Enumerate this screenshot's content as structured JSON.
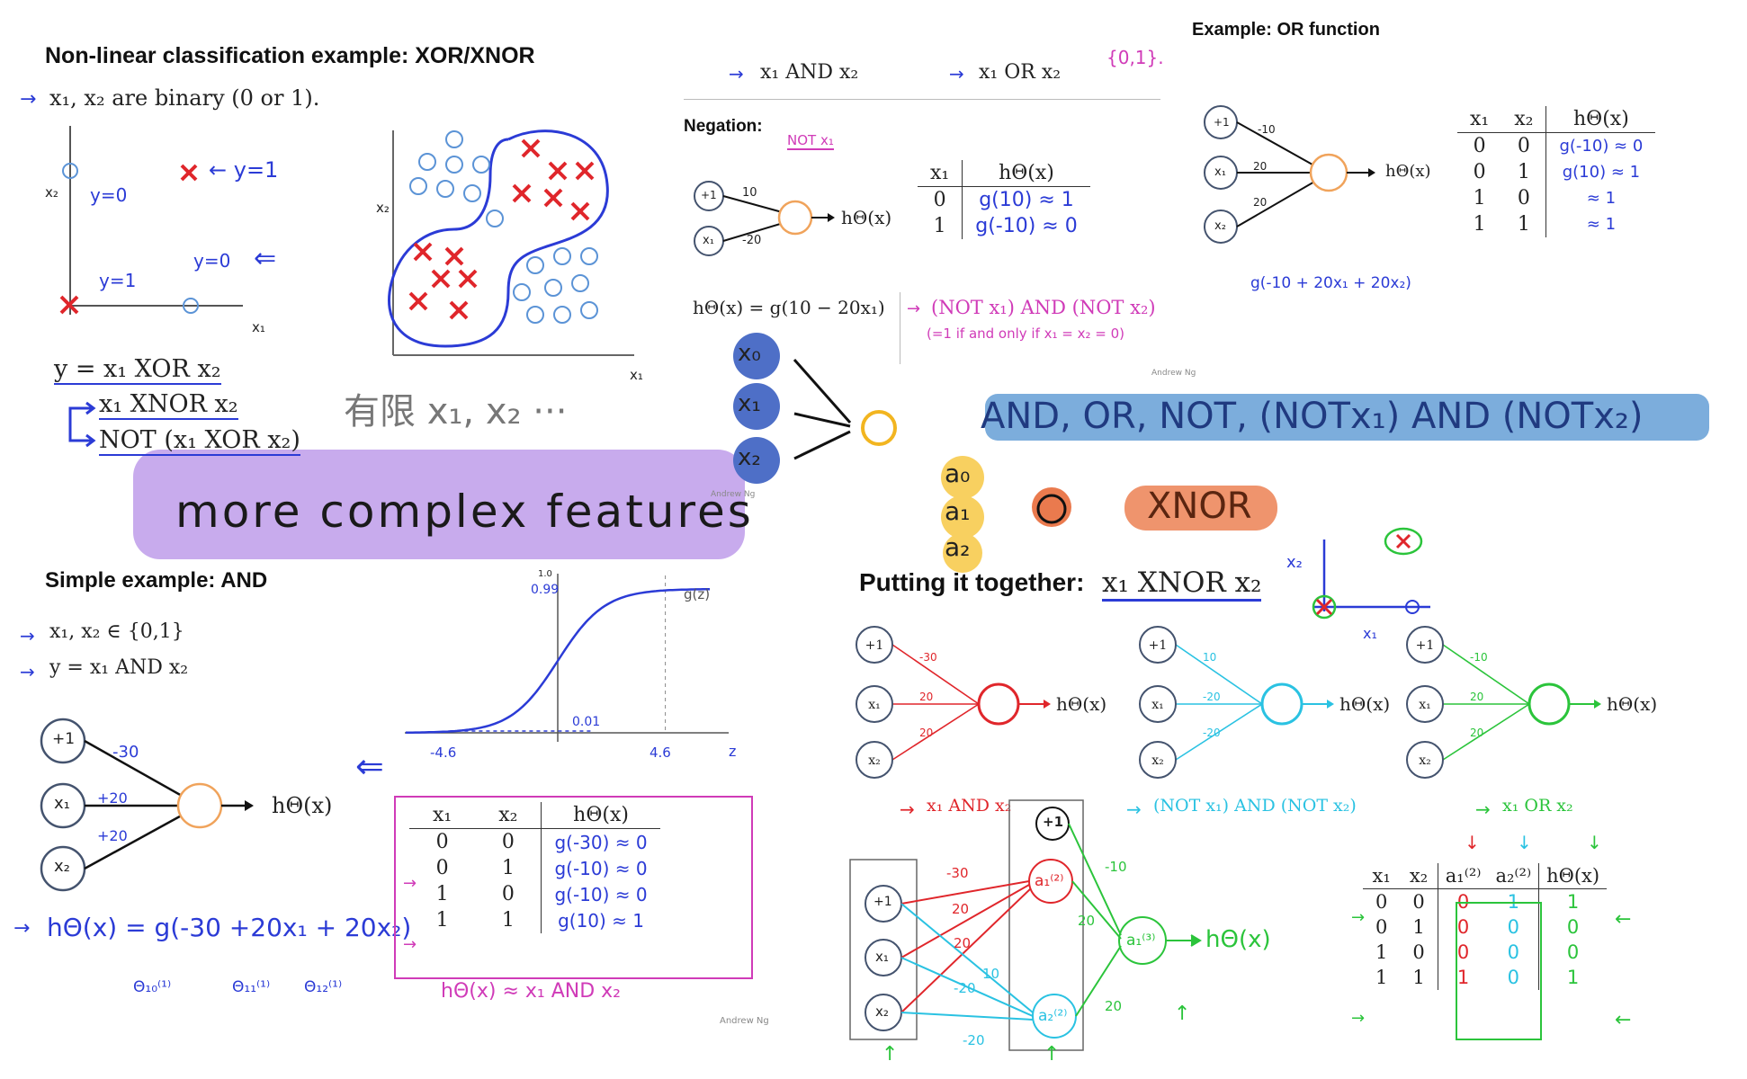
{
  "xor": {
    "title": "Non-linear classification example: XOR/XNOR",
    "binary": "x₁, x₂ are binary (0 or 1).",
    "y_eq_1": "y = x₁ XOR x₂",
    "y_eq_2": "x₁ XNOR x₂",
    "y_eq_3": "NOT (x₁ XOR x₂)",
    "ann_y1": "← y=1",
    "ann_y0": "y=0",
    "ann_y1b": "y=1",
    "ann_y0b": "y=0",
    "axis_x2": "x₂",
    "axis_x1": "x₁",
    "chinese": "有限  x₁, x₂ ···"
  },
  "features_banner": "more complex features",
  "logic": {
    "and_label": "x₁ AND x₂",
    "or_label": "x₁ OR x₂",
    "set": "{0,1}.",
    "negation_title": "Negation:",
    "not_x1": "NOT x₁",
    "neg_bias": "+1",
    "neg_x1": "x₁",
    "neg_w1": "10",
    "neg_w2": "-20",
    "neg_out": "hΘ(x)",
    "neg_table_headers": [
      "x₁",
      "hΘ(x)"
    ],
    "neg_table_rows": [
      [
        "0",
        "g(10) ≈ 1"
      ],
      [
        "1",
        "g(-10) ≈ 0"
      ]
    ],
    "neg_formula": "hΘ(x) = g(10 − 20x₁)",
    "not_and_not": "(NOT x₁) AND (NOT x₂)",
    "not_note": "(=1 if and only if x₁ = x₂ = 0)",
    "andrew": "Andrew Ng"
  },
  "or_example": {
    "title": "Example: OR function",
    "bias": "+1",
    "x1": "x₁",
    "x2": "x₂",
    "w0": "-10",
    "w1": "20",
    "w2": "20",
    "out": "hΘ(x)",
    "headers": [
      "x₁",
      "x₂",
      "hΘ(x)"
    ],
    "rows": [
      [
        "0",
        "0",
        "g(-10) ≈ 0"
      ],
      [
        "0",
        "1",
        "g(10) ≈ 1"
      ],
      [
        "1",
        "0",
        "≈ 1"
      ],
      [
        "1",
        "1",
        "≈ 1"
      ]
    ],
    "formula": "g(-10 + 20x₁ + 20x₂)"
  },
  "mid": {
    "x0": "x₀",
    "x1": "x₁",
    "x2": "x₂",
    "ops": "AND, OR, NOT, (NOTx₁) AND (NOTx₂)",
    "a0": "a₀",
    "a1": "a₁",
    "a2": "a₂",
    "xnor": "XNOR",
    "andrew": "Andrew Ng"
  },
  "and_example": {
    "title": "Simple example: AND",
    "domain": "x₁, x₂ ∈ {0,1}",
    "def": "y = x₁ AND x₂",
    "bias": "+1",
    "x1": "x₁",
    "x2": "x₂",
    "w0": "-30",
    "w1": "+20",
    "w2": "+20",
    "out": "hΘ(x)",
    "formula": "hΘ(x) = g(-30 +20x₁ + 20x₂)",
    "theta10": "Θ₁₀⁽¹⁾",
    "theta11": "Θ₁₁⁽¹⁾",
    "theta12": "Θ₁₂⁽¹⁾",
    "headers": [
      "x₁",
      "x₂",
      "hΘ(x)"
    ],
    "rows": [
      [
        "0",
        "0",
        "g(-30) ≈ 0"
      ],
      [
        "0",
        "1",
        "g(-10) ≈ 0"
      ],
      [
        "1",
        "0",
        "g(-10) ≈ 0"
      ],
      [
        "1",
        "1",
        "g(10) ≈ 1"
      ]
    ],
    "summary": "hΘ(x) ≈ x₁ AND x₂",
    "andrew": "Andrew Ng"
  },
  "sigmoid": {
    "glabel": "g(z)",
    "y_1": "1.0",
    "y_099": "0.99",
    "y_001": "0.01",
    "x_neg": "-4.6",
    "x_pos": "4.6",
    "x_z": "z"
  },
  "together": {
    "title": "Putting it together:",
    "title_math": "x₁ XNOR x₂",
    "net_and": {
      "w0": "-30",
      "w1": "20",
      "w2": "20",
      "label": "x₁ AND x₂"
    },
    "net_nor": {
      "w0": "10",
      "w1": "-20",
      "w2": "-20",
      "label": "(NOT x₁) AND (NOT x₂)"
    },
    "net_or": {
      "w0": "-10",
      "w1": "20",
      "w2": "20",
      "label": "x₁ OR x₂"
    },
    "node_bias": "+1",
    "node_x1": "x₁",
    "node_x2": "x₂",
    "out": "hΘ(x)",
    "axis_x2": "x₂",
    "axis_x1": "x₁",
    "big_bias": "+1",
    "a1_2": "a₁⁽²⁾",
    "a2_2": "a₂⁽²⁾",
    "a1_3": "a₁⁽³⁾",
    "big_out": "hΘ(x)",
    "bw_red0": "-30",
    "bw_red1": "20",
    "bw_red2": "20",
    "bw_cyan0": "10",
    "bw_cyan1": "-20",
    "bw_cyan2": "-20",
    "bw_green0": "-10",
    "bw_green1": "20",
    "bw_green2": "20",
    "table_headers": [
      "x₁",
      "x₂",
      "a₁⁽²⁾",
      "a₂⁽²⁾",
      "hΘ(x)"
    ],
    "table_rows": [
      [
        "0",
        "0",
        "0",
        "1",
        "1"
      ],
      [
        "0",
        "1",
        "0",
        "0",
        "0"
      ],
      [
        "1",
        "0",
        "0",
        "0",
        "0"
      ],
      [
        "1",
        "1",
        "1",
        "0",
        "1"
      ]
    ]
  }
}
